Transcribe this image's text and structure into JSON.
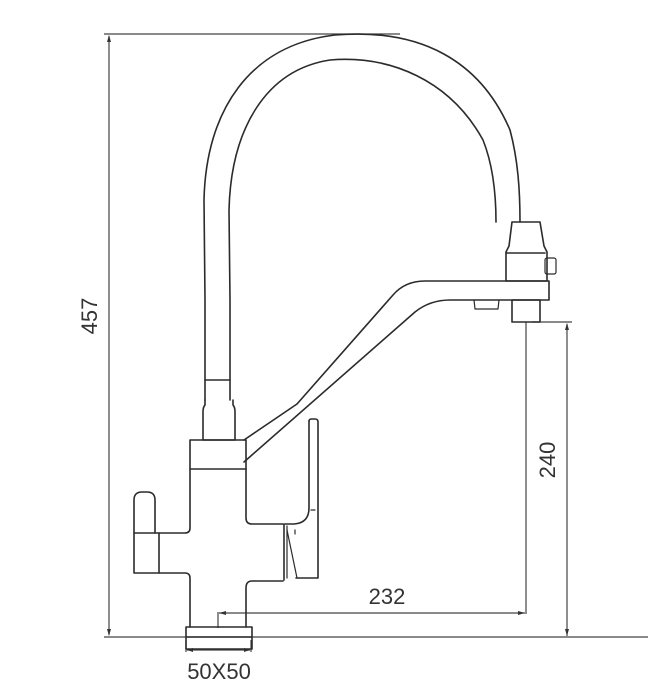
{
  "drawing": {
    "subject": "Kitchen faucet with flexible pull-out spout and filtered-water arm",
    "line_color": "#2b2b2b",
    "background": "#ffffff"
  },
  "dimensions": {
    "overall_height": {
      "value": "457",
      "orientation": "vertical"
    },
    "spout_clearance_height": {
      "value": "240",
      "orientation": "vertical"
    },
    "spout_reach": {
      "value": "232",
      "orientation": "horizontal"
    },
    "base_size": {
      "value": "50X50",
      "orientation": "horizontal"
    }
  },
  "components": [
    {
      "name": "flexible-spout-hose"
    },
    {
      "name": "spray-head"
    },
    {
      "name": "filtered-water-arm"
    },
    {
      "name": "body"
    },
    {
      "name": "side-lever-handle"
    },
    {
      "name": "filter-handle"
    },
    {
      "name": "mounting-base"
    }
  ]
}
